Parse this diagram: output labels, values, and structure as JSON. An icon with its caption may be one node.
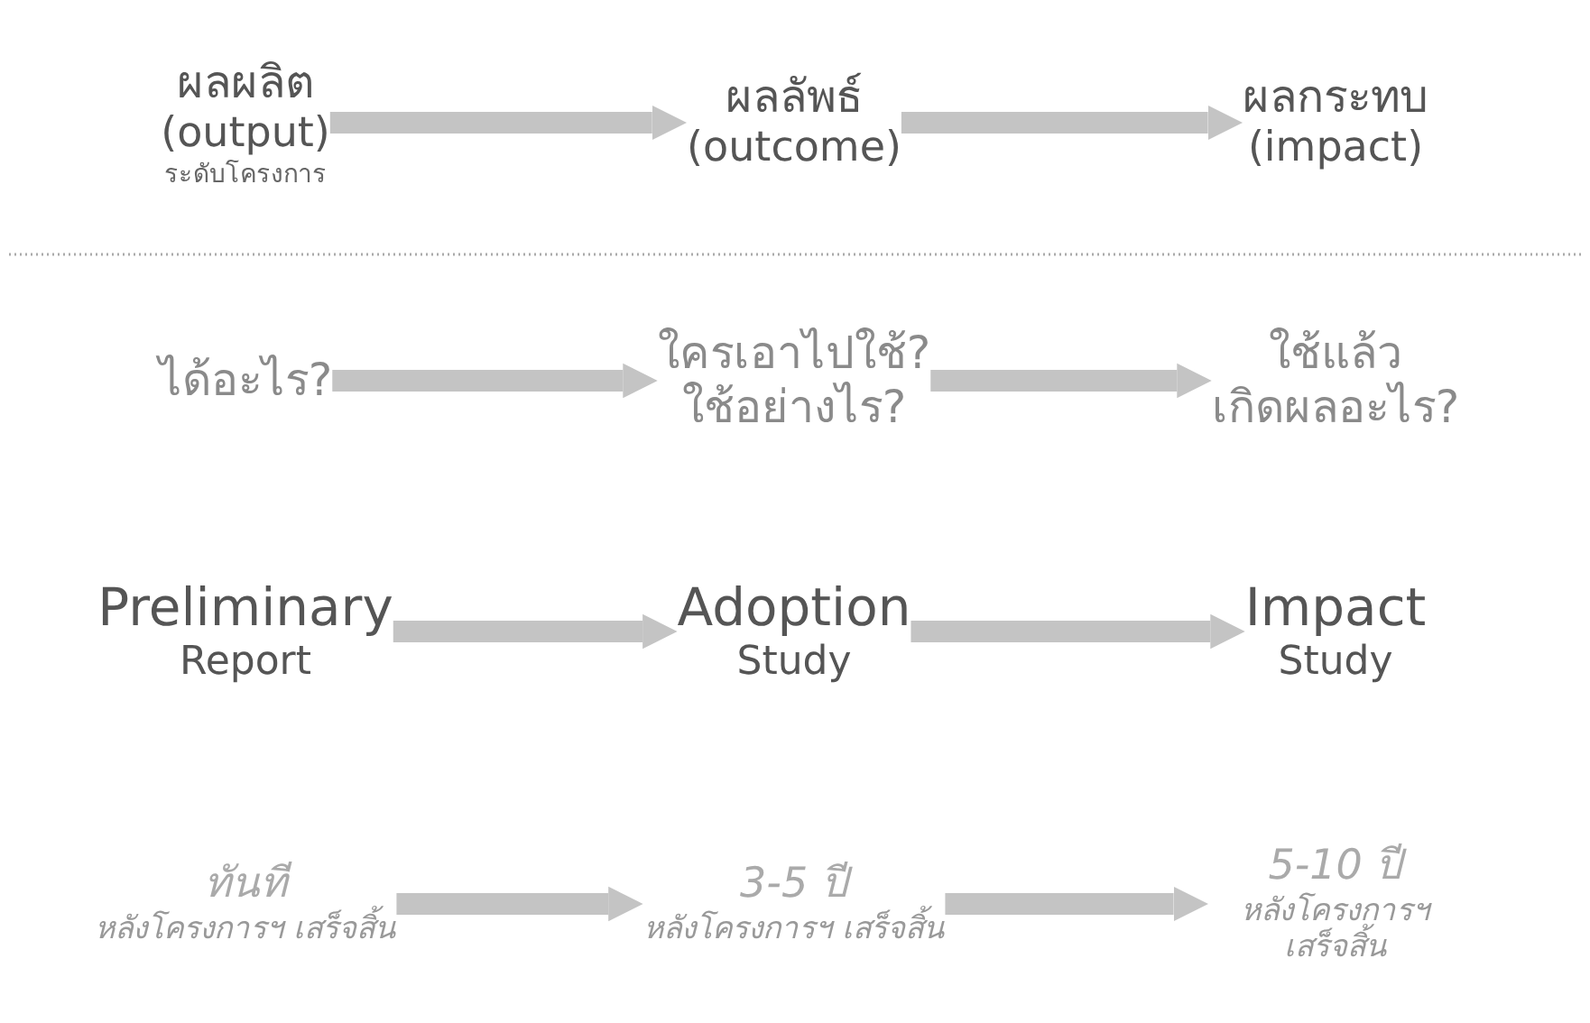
{
  "diagram": {
    "nodes": [
      {
        "text": [
          "ผลผลิต",
          "(output)",
          "ระดับโครงการ"
        ]
      },
      {
        "text": [
          "ผลลัพธ์",
          "(outcome)"
        ]
      },
      {
        "text": [
          "ผลกระทบ",
          "(impact)"
        ]
      },
      {
        "text": [
          "ได้อะไร?"
        ]
      },
      {
        "text": [
          "ใครเอาไปใช้? ใช้อย่างไร?"
        ]
      },
      {
        "text": [
          "ใช้แล้ว เกิดผลอะไร?"
        ]
      },
      {
        "text": [
          "Preliminary",
          "Report"
        ]
      },
      {
        "text": [
          "Adoption",
          "Study"
        ]
      },
      {
        "text": [
          "Impact",
          "Study"
        ]
      },
      {
        "text": [
          "ทันที",
          "หลังโครงการฯ เสร็จสิ้น"
        ]
      },
      {
        "text": [
          "3-5 ปี",
          "หลังโครงการฯ เสร็จสิ้น"
        ]
      },
      {
        "text": [
          "5-10 ปี",
          "หลังโครงการฯ เสร็จสิ้น"
        ]
      }
    ],
    "edges": [
      {
        "from": 0,
        "to": 1,
        "arrow": "to"
      },
      {
        "from": 1,
        "to": 2,
        "arrow": "to"
      },
      {
        "from": 3,
        "to": 4,
        "arrow": "to"
      },
      {
        "from": 4,
        "to": 5,
        "arrow": "to"
      },
      {
        "from": 6,
        "to": 7,
        "arrow": "to"
      },
      {
        "from": 7,
        "to": 8,
        "arrow": "to"
      },
      {
        "from": 9,
        "to": 10,
        "arrow": "to"
      },
      {
        "from": 10,
        "to": 11,
        "arrow": "to"
      }
    ]
  }
}
